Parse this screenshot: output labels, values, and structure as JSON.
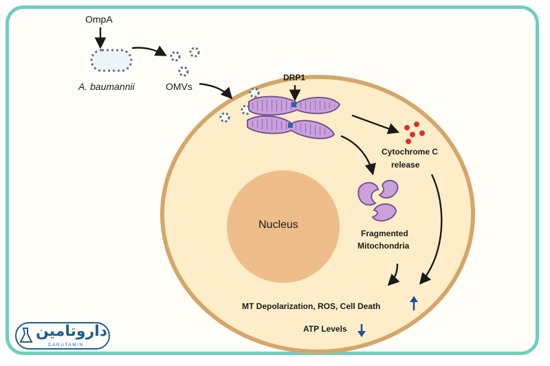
{
  "labels": {
    "ompa": "OmpA",
    "bacterium": "A. baumannii",
    "omvs": "OMVs",
    "drp1": "DRP1",
    "cytochrome_line1": "Cytochrome C",
    "cytochrome_line2": "release",
    "nucleus": "Nucleus",
    "fragmented_line1": "Fragmented",
    "fragmented_line2": "Mitochondria",
    "mt_depolarization": "MT Depolarization, ROS, Cell Death",
    "atp_levels": "ATP Levels"
  },
  "logo": {
    "text": "داروتامین",
    "subtext": "DARUTAMIN"
  },
  "colors": {
    "frame": "#6ccfc0",
    "cell_fill": "#fdeec9",
    "cell_border": "#d4a66a",
    "nucleus": "#eebd8a",
    "mitochondria": "#c9a2dc",
    "cytochrome": "#d9312b",
    "up_arrow": "#1f4e9c",
    "down_arrow": "#1f4e9c"
  },
  "icons": {
    "increase": "arrow-up-icon",
    "decrease": "arrow-down-icon"
  }
}
